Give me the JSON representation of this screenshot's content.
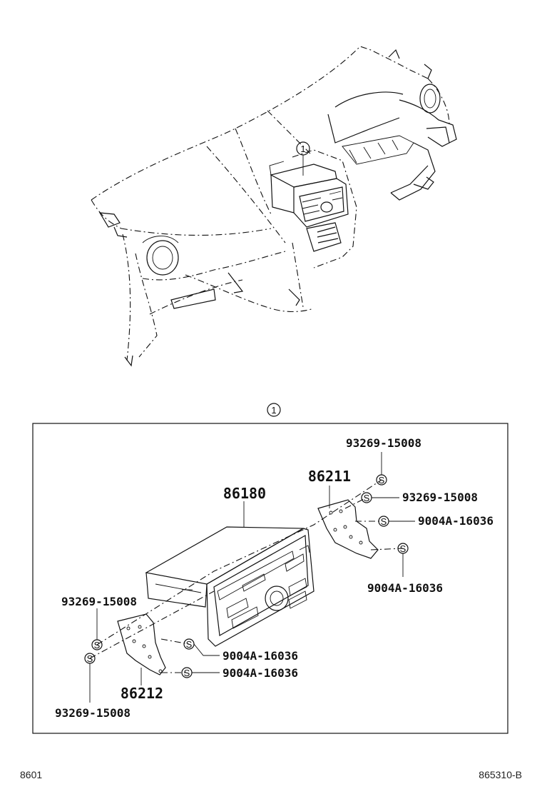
{
  "callout_ref": "1",
  "parts": {
    "unit": "86180",
    "bracket_right": "86211",
    "bracket_left": "86212",
    "screw_a": "93269-15008",
    "screw_b": "9004A-16036"
  },
  "screw_symbol": "S",
  "footer": {
    "left": "8601",
    "right": "865310-B"
  }
}
